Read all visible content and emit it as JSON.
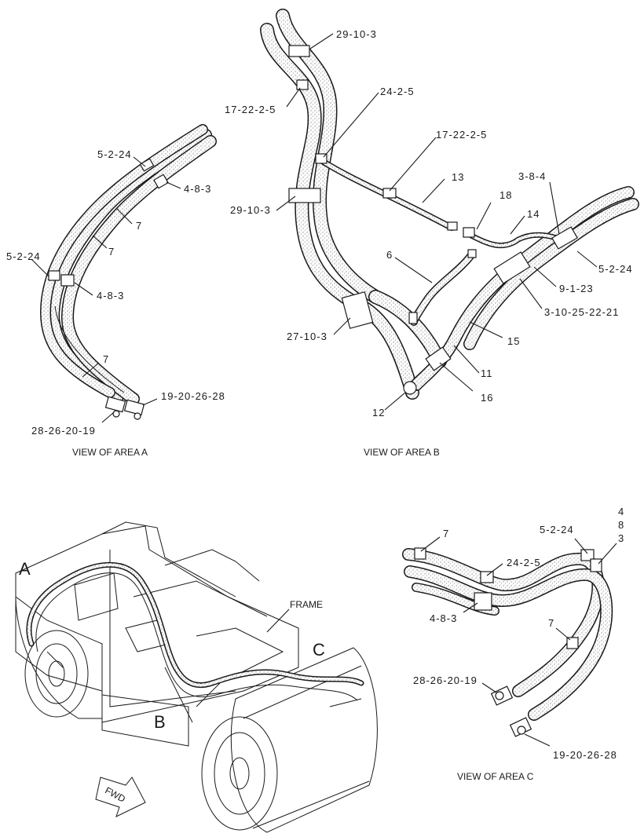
{
  "views": {
    "a": {
      "caption": "VIEW OF AREA A",
      "callouts": [
        "5-2-24",
        "4-8-3",
        "7",
        "7",
        "5-2-24",
        "4-8-3",
        "7",
        "19-20-26-28",
        "28-26-20-19"
      ]
    },
    "b": {
      "caption": "VIEW OF AREA B",
      "callouts": [
        "29-10-3",
        "17-22-2-5",
        "24-2-5",
        "17-22-2-5",
        "13",
        "18",
        "3-8-4",
        "14",
        "29-10-3",
        "6",
        "5-2-24",
        "9-1-23",
        "3-10-25-22-21",
        "15",
        "27-10-3",
        "11",
        "16",
        "12"
      ]
    },
    "c": {
      "caption": "VIEW OF AREA C",
      "callouts": [
        "7",
        "5-2-24",
        "4",
        "8",
        "3",
        "24-2-5",
        "4-8-3",
        "7",
        "28-26-20-19",
        "19-20-26-28"
      ]
    },
    "overview": {
      "area_a": "A",
      "area_b": "B",
      "area_c": "C",
      "frame_label": "FRAME",
      "fwd_label": "FWD"
    }
  }
}
